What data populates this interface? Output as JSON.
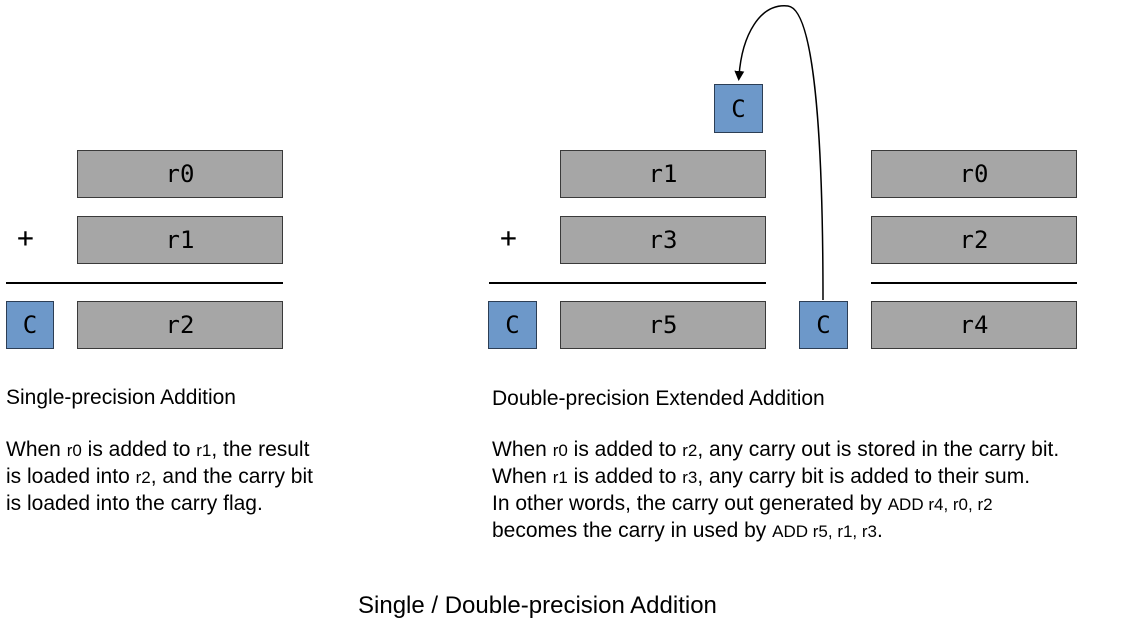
{
  "colors": {
    "register_fill": "#a6a6a6",
    "carry_fill": "#6d98c9",
    "line": "#000000"
  },
  "single": {
    "operand_top": "r0",
    "operator": "+",
    "operand_bottom": "r1",
    "result": "r2",
    "carry": "C",
    "title": "Single-precision Addition",
    "desc": [
      [
        "When ",
        "r0",
        " is added to ",
        "r1",
        ", the result"
      ],
      [
        "is loaded into ",
        "r2",
        ", and the carry bit"
      ],
      [
        "is loaded into the carry flag."
      ]
    ]
  },
  "double": {
    "carry_in": "C",
    "high_top": "r1",
    "operator": "+",
    "high_bottom": "r3",
    "high_result": "r5",
    "high_carry": "C",
    "low_carry": "C",
    "low_top": "r0",
    "low_bottom": "r2",
    "low_result": "r4",
    "title": "Double-precision Extended Addition",
    "desc": [
      [
        "When ",
        "r0",
        " is added to ",
        "r2",
        ", any carry out is stored in the carry bit."
      ],
      [
        "When ",
        "r1",
        " is added to ",
        "r3",
        ", any carry bit is added to their sum."
      ],
      [
        "In other words, the carry out generated by ",
        "ADD r4, r0, r2"
      ],
      [
        "becomes the carry in used by ",
        "ADD r5, r1, r3",
        "."
      ]
    ]
  },
  "caption": "Single / Double-precision Addition"
}
